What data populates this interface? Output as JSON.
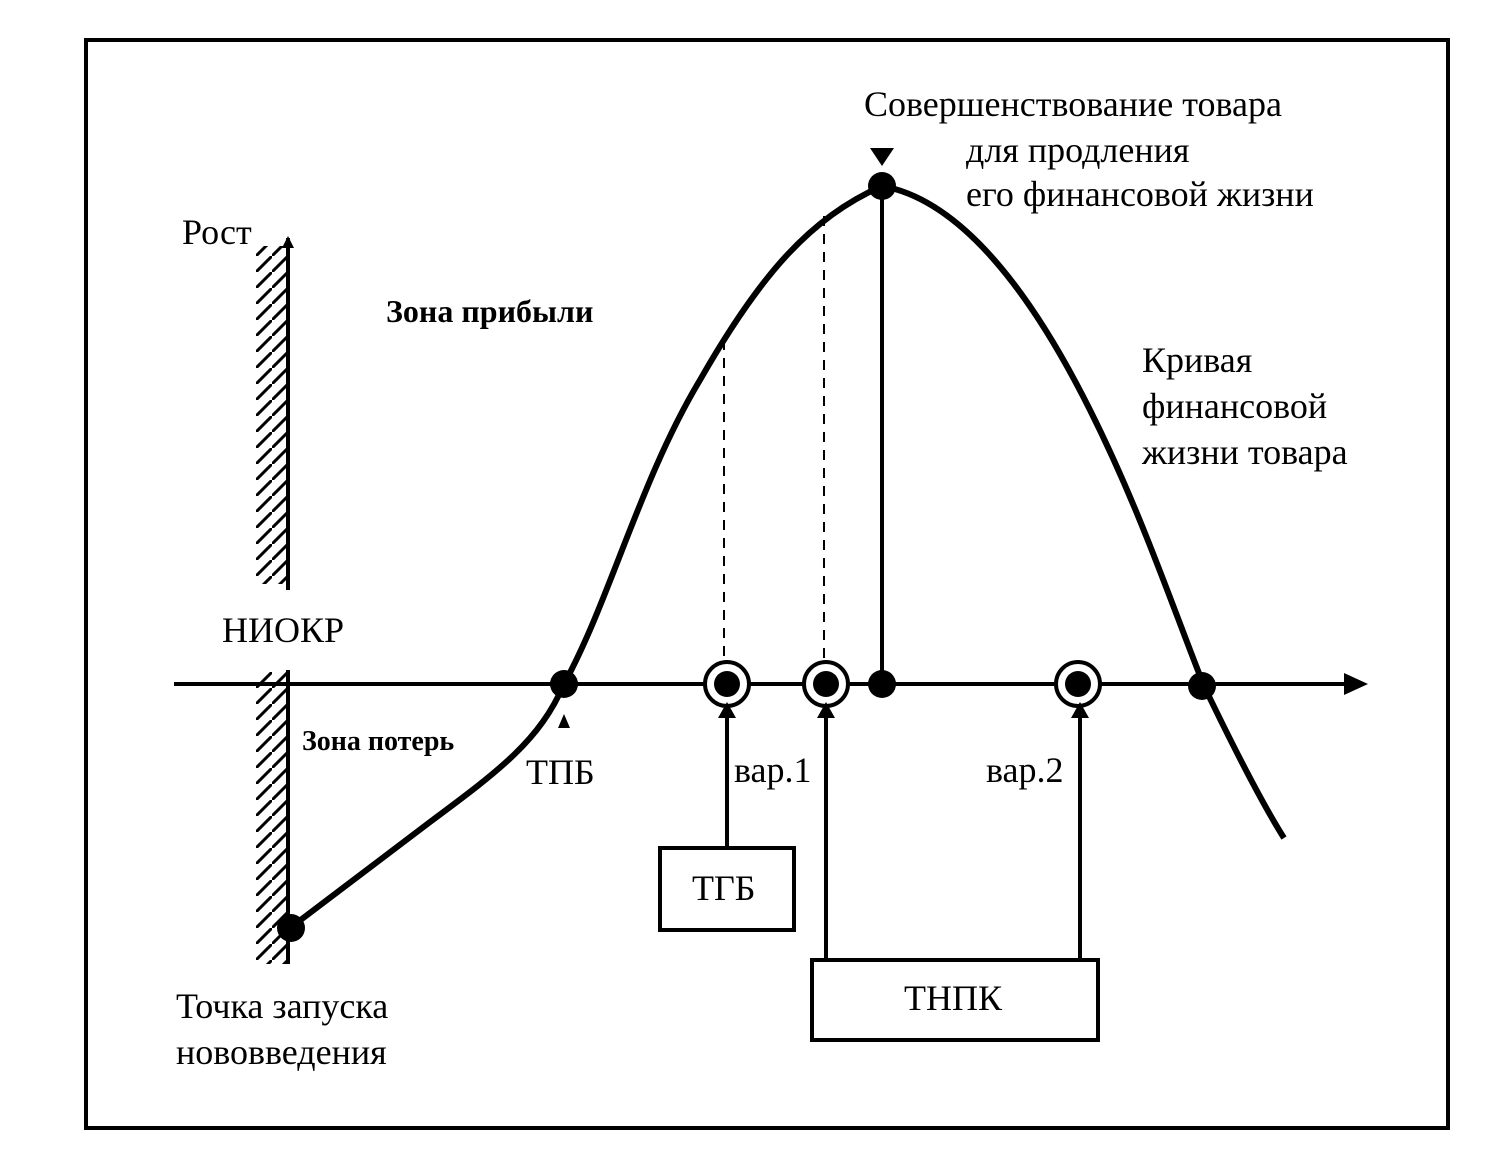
{
  "labels": {
    "growth": "Рост",
    "profit_zone": "Зона прибыли",
    "niokr": "НИОКР",
    "loss_zone": "Зона потерь",
    "tpb": "ТПБ",
    "var1": "вар.1",
    "var2": "вар.2",
    "tgb": "ТГБ",
    "tnpk": "ТНПК",
    "launch_point": [
      "Точка запуска",
      "нововведения"
    ],
    "improvement": [
      "Совершенствование товара",
      "для продления",
      "его финансовой жизни"
    ],
    "curve_label": [
      "Кривая",
      "финансовой",
      "жизни товара"
    ]
  },
  "colors": {
    "ink": "#000000",
    "background": "#ffffff"
  }
}
